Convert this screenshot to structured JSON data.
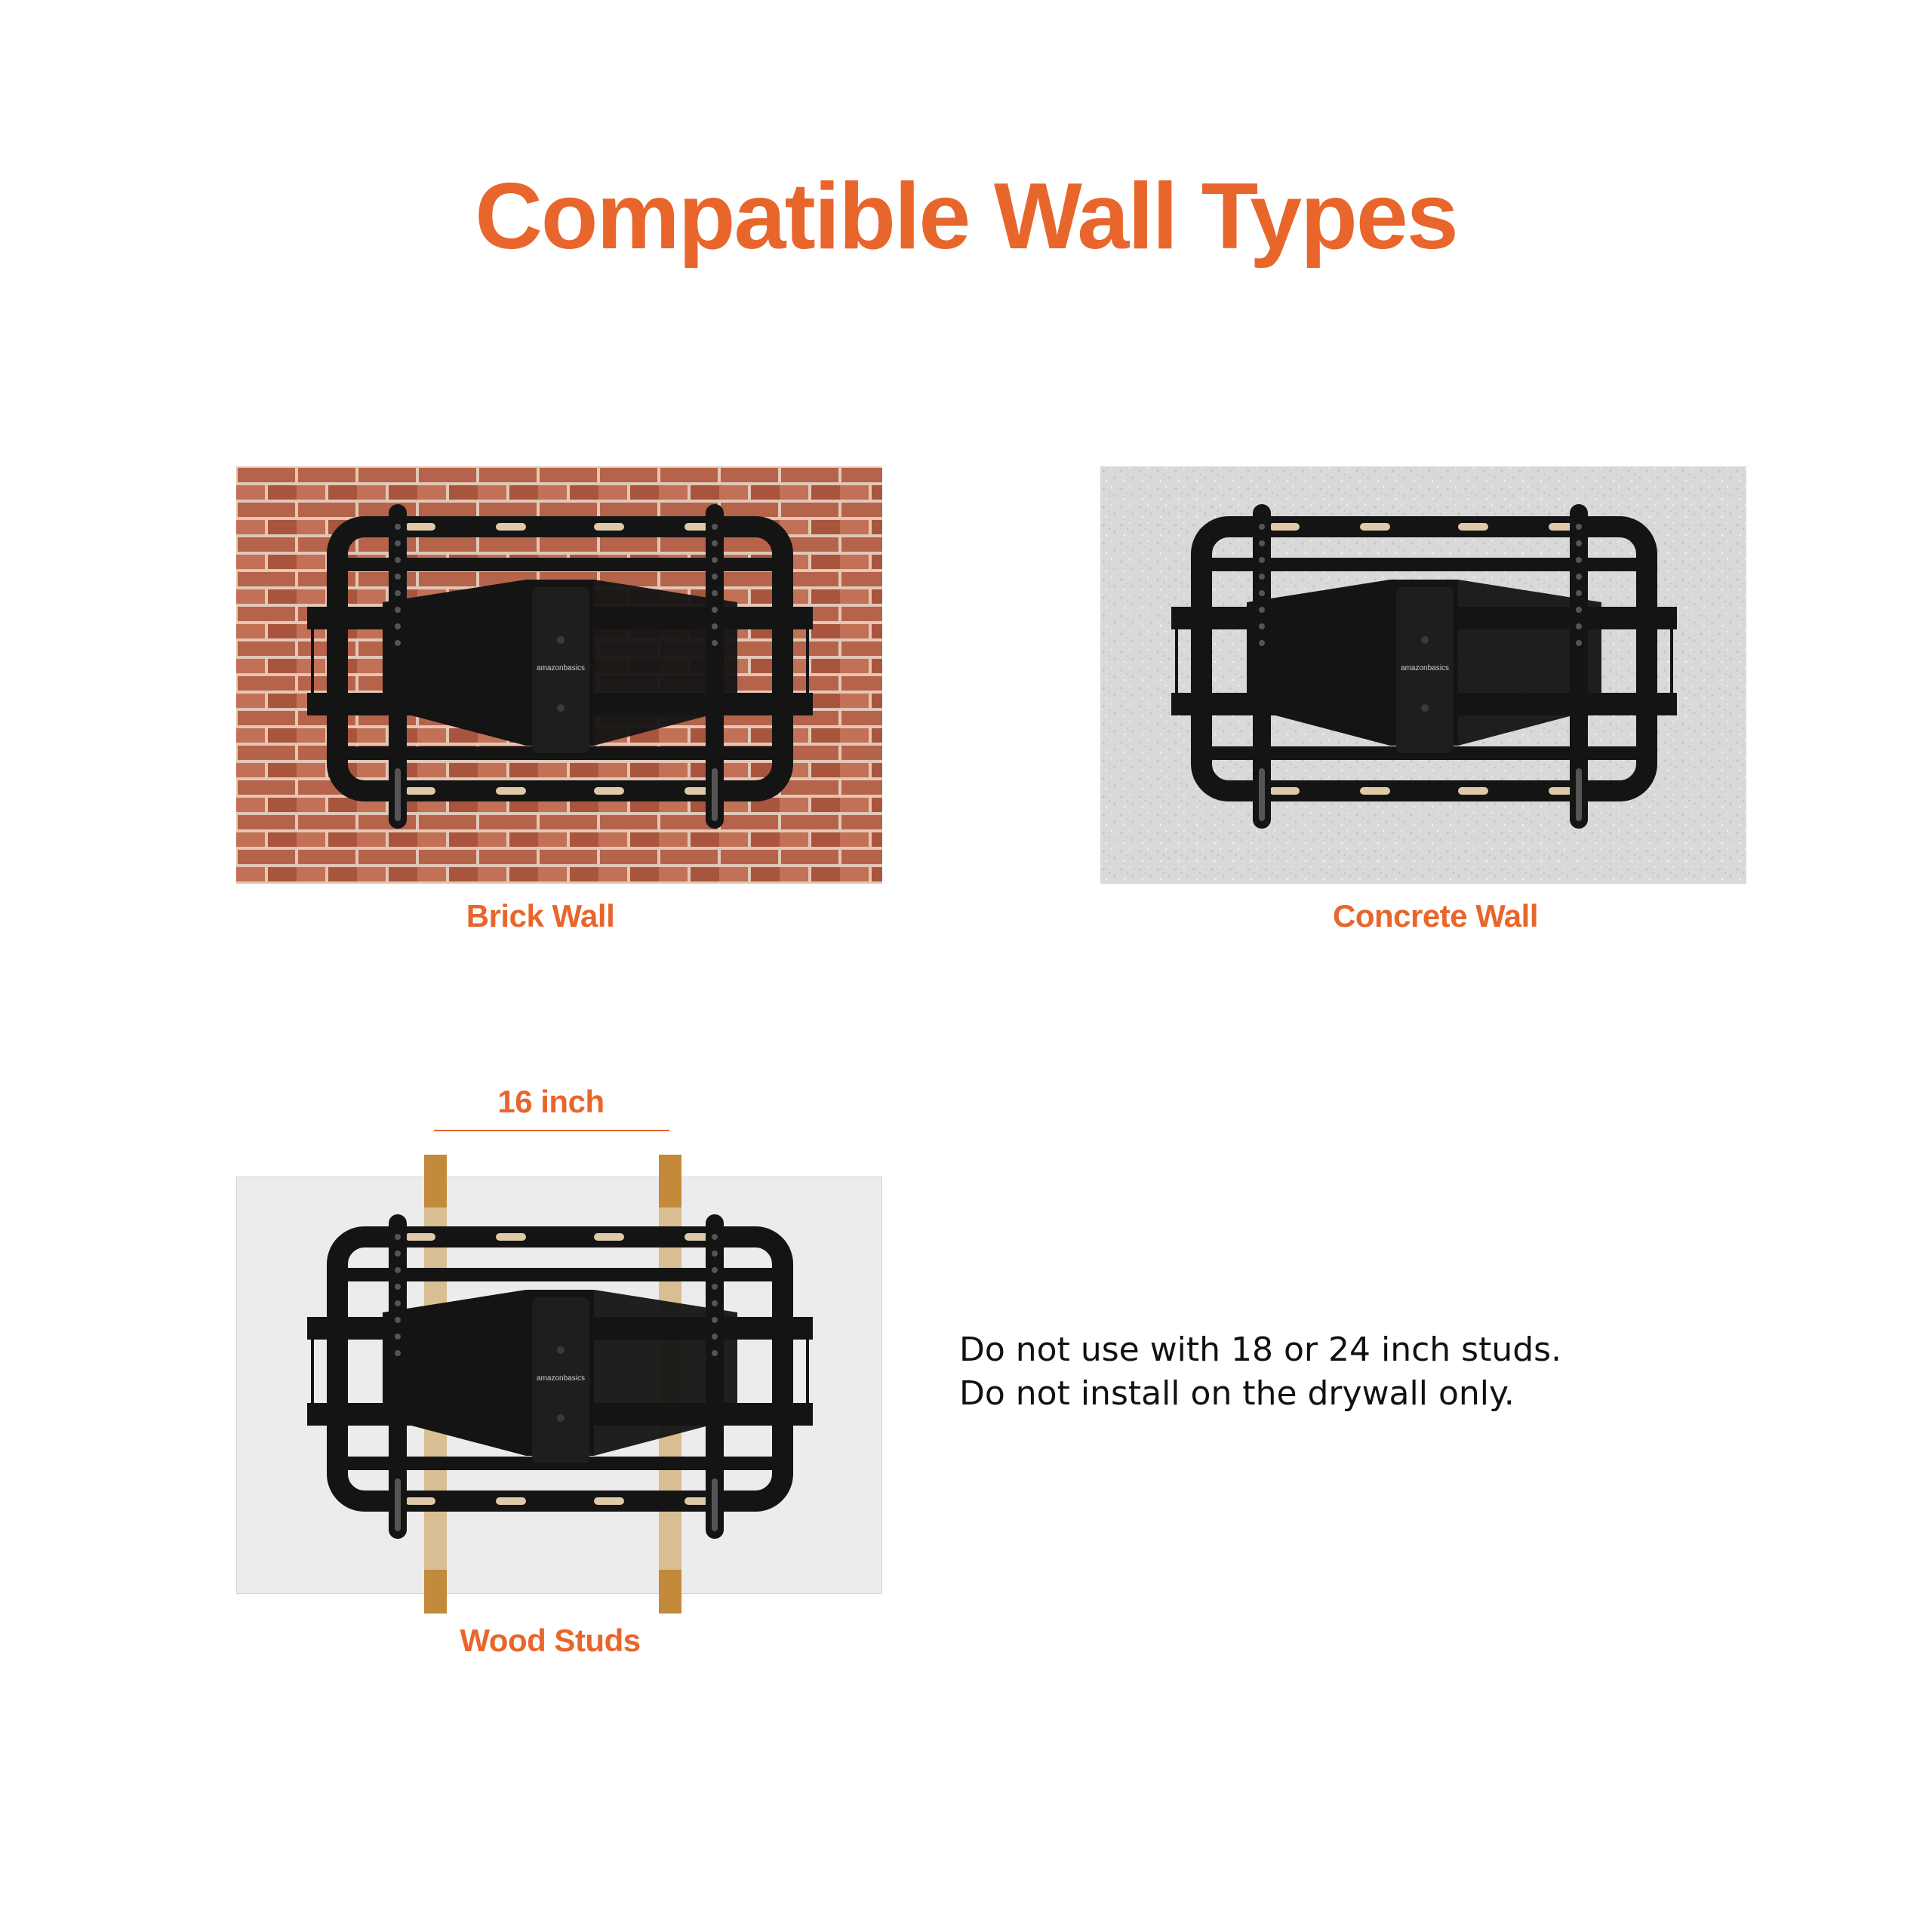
{
  "title": "Compatible Wall Types",
  "colors": {
    "accent": "#e8662c",
    "brick": "#b5634a",
    "mortar": "#e2c7b6",
    "concrete": "#d9d9d9",
    "drywall": "#ececec",
    "wood": "#c9a56d",
    "mount": "#141414"
  },
  "walls": [
    {
      "label": "Brick Wall"
    },
    {
      "label": "Concrete Wall"
    },
    {
      "label": "Wood Studs"
    }
  ],
  "stud_spacing": "16 inch",
  "notes": [
    "Do not use with 18 or 24 inch studs.",
    "Do not install on the drywall only."
  ],
  "brand": "amazonbasics"
}
